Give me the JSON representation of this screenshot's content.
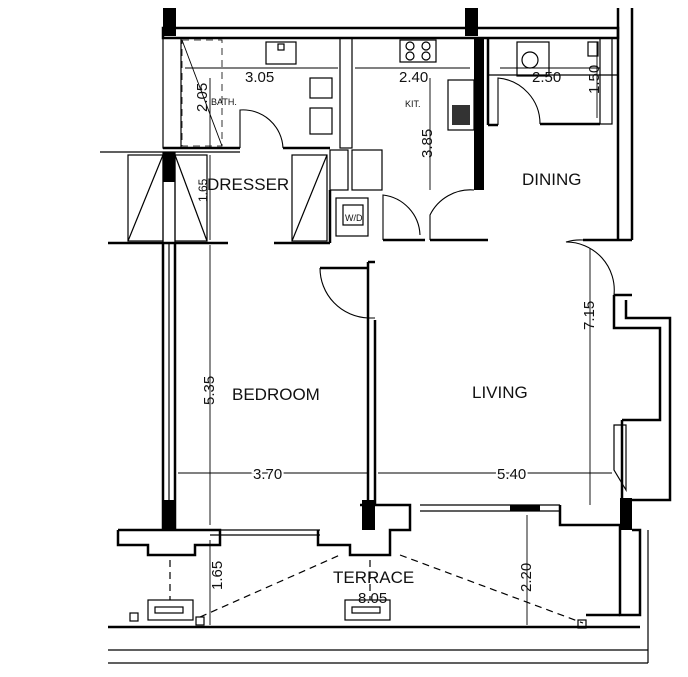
{
  "rooms": {
    "bath": "BATH.",
    "kit": "KIT.",
    "dresser": "DRESSER",
    "dining": "DINING",
    "bedroom": "BEDROOM",
    "living": "LIVING",
    "terrace": "TERRACE",
    "wd": "W/D"
  },
  "dimensions": {
    "d_305": "3.05",
    "d_205": "2.05",
    "d_240": "2.40",
    "d_385": "3.85",
    "d_250": "2.50",
    "d_150": "1.50",
    "d_165_dresser": "1.65",
    "d_715": "7.15",
    "d_535": "5.35",
    "d_370": "3.70",
    "d_540": "5.40",
    "d_165_terrace": "1.65",
    "d_220": "2.20",
    "d_805": "8.05"
  }
}
